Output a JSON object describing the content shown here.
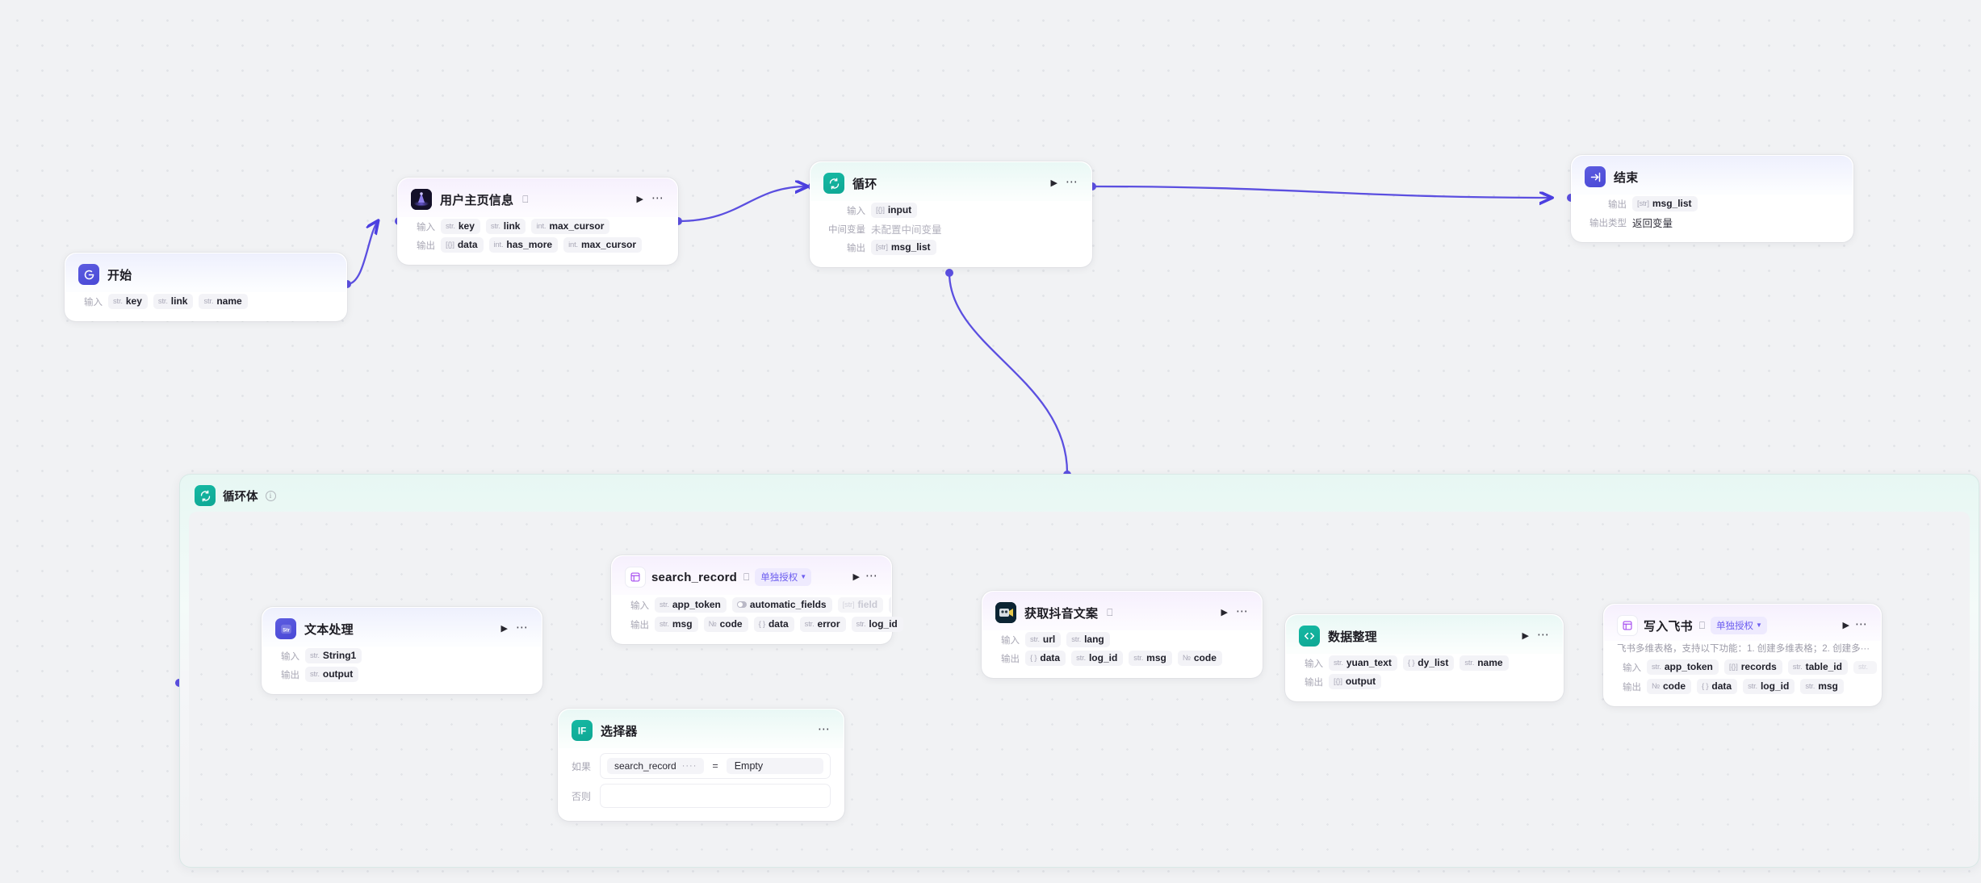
{
  "canvas": {
    "bg_color": "#f1f2f4",
    "edge_color": "#5b4fe0"
  },
  "labels": {
    "input": "输入",
    "output": "输出",
    "intermediate": "中间变量",
    "output_type": "输出类型",
    "if": "如果",
    "else": "否则"
  },
  "nodes": {
    "start": {
      "title": "开始",
      "icon": "start-icon",
      "inputs": [
        {
          "type": "str.",
          "name": "key"
        },
        {
          "type": "str.",
          "name": "link"
        },
        {
          "type": "str.",
          "name": "name"
        }
      ]
    },
    "user_home": {
      "title": "用户主页信息",
      "icon": "plugin-icon",
      "inputs": [
        {
          "type": "str.",
          "name": "key"
        },
        {
          "type": "str.",
          "name": "link"
        },
        {
          "type": "int.",
          "name": "max_cursor"
        }
      ],
      "outputs": [
        {
          "type": "[{}]",
          "name": "data"
        },
        {
          "type": "int.",
          "name": "has_more"
        },
        {
          "type": "int.",
          "name": "max_cursor"
        }
      ]
    },
    "loop": {
      "title": "循环",
      "icon": "loop-icon",
      "inputs": [
        {
          "type": "[{}]",
          "name": "input"
        }
      ],
      "intermediate_value": "未配置中间变量",
      "outputs": [
        {
          "type": "[str]",
          "name": "msg_list"
        }
      ]
    },
    "end": {
      "title": "结束",
      "icon": "end-icon",
      "outputs": [
        {
          "type": "[str]",
          "name": "msg_list"
        }
      ],
      "output_type_value": "返回变量"
    },
    "loop_body": {
      "title": "循环体",
      "icon": "loop-icon"
    },
    "text_process": {
      "title": "文本处理",
      "icon": "string-icon",
      "inputs": [
        {
          "type": "str.",
          "name": "String1"
        }
      ],
      "outputs": [
        {
          "type": "str.",
          "name": "output"
        }
      ]
    },
    "search_record": {
      "title": "search_record",
      "icon": "table-icon",
      "auth_badge": "单独授权",
      "inputs": [
        {
          "type": "str.",
          "name": "app_token",
          "style": "normal"
        },
        {
          "type": "toggle",
          "name": "automatic_fields",
          "style": "normal"
        },
        {
          "type": "[str]",
          "name": "field",
          "style": "faded"
        }
      ],
      "input_overflow": "···",
      "outputs": [
        {
          "type": "str.",
          "name": "msg"
        },
        {
          "type": "№",
          "name": "code"
        },
        {
          "type": "{ }",
          "name": "data"
        },
        {
          "type": "str.",
          "name": "error"
        },
        {
          "type": "str.",
          "name": "log_id"
        }
      ]
    },
    "selector": {
      "title": "选择器",
      "icon": "if-icon",
      "if_variable": "search_record",
      "if_variable_more": "····",
      "if_operator": "=",
      "if_value": "Empty",
      "else_value": ""
    },
    "douyin_text": {
      "title": "获取抖音文案",
      "icon": "plugin-icon-2",
      "inputs": [
        {
          "type": "str.",
          "name": "url"
        },
        {
          "type": "str.",
          "name": "lang"
        }
      ],
      "outputs": [
        {
          "type": "{ }",
          "name": "data"
        },
        {
          "type": "str.",
          "name": "log_id"
        },
        {
          "type": "str.",
          "name": "msg"
        },
        {
          "type": "№",
          "name": "code"
        }
      ]
    },
    "data_organize": {
      "title": "数据整理",
      "icon": "code-icon",
      "inputs": [
        {
          "type": "str.",
          "name": "yuan_text"
        },
        {
          "type": "{ }",
          "name": "dy_list"
        },
        {
          "type": "str.",
          "name": "name"
        }
      ],
      "outputs": [
        {
          "type": "[{}]",
          "name": "output"
        }
      ]
    },
    "write_feishu": {
      "title": "写入飞书",
      "icon": "table-icon",
      "auth_badge": "单独授权",
      "description": "飞书多维表格，支持以下功能：1. 创建多维表格；2. 创建多···",
      "inputs": [
        {
          "type": "str.",
          "name": "app_token",
          "style": "normal"
        },
        {
          "type": "[{}]",
          "name": "records",
          "style": "normal"
        },
        {
          "type": "str.",
          "name": "table_id",
          "style": "normal"
        },
        {
          "type": "str.",
          "name": "",
          "style": "faded"
        }
      ],
      "input_overflow": "···",
      "outputs": [
        {
          "type": "№",
          "name": "code"
        },
        {
          "type": "{ }",
          "name": "data"
        },
        {
          "type": "str.",
          "name": "log_id"
        },
        {
          "type": "str.",
          "name": "msg"
        }
      ]
    }
  }
}
